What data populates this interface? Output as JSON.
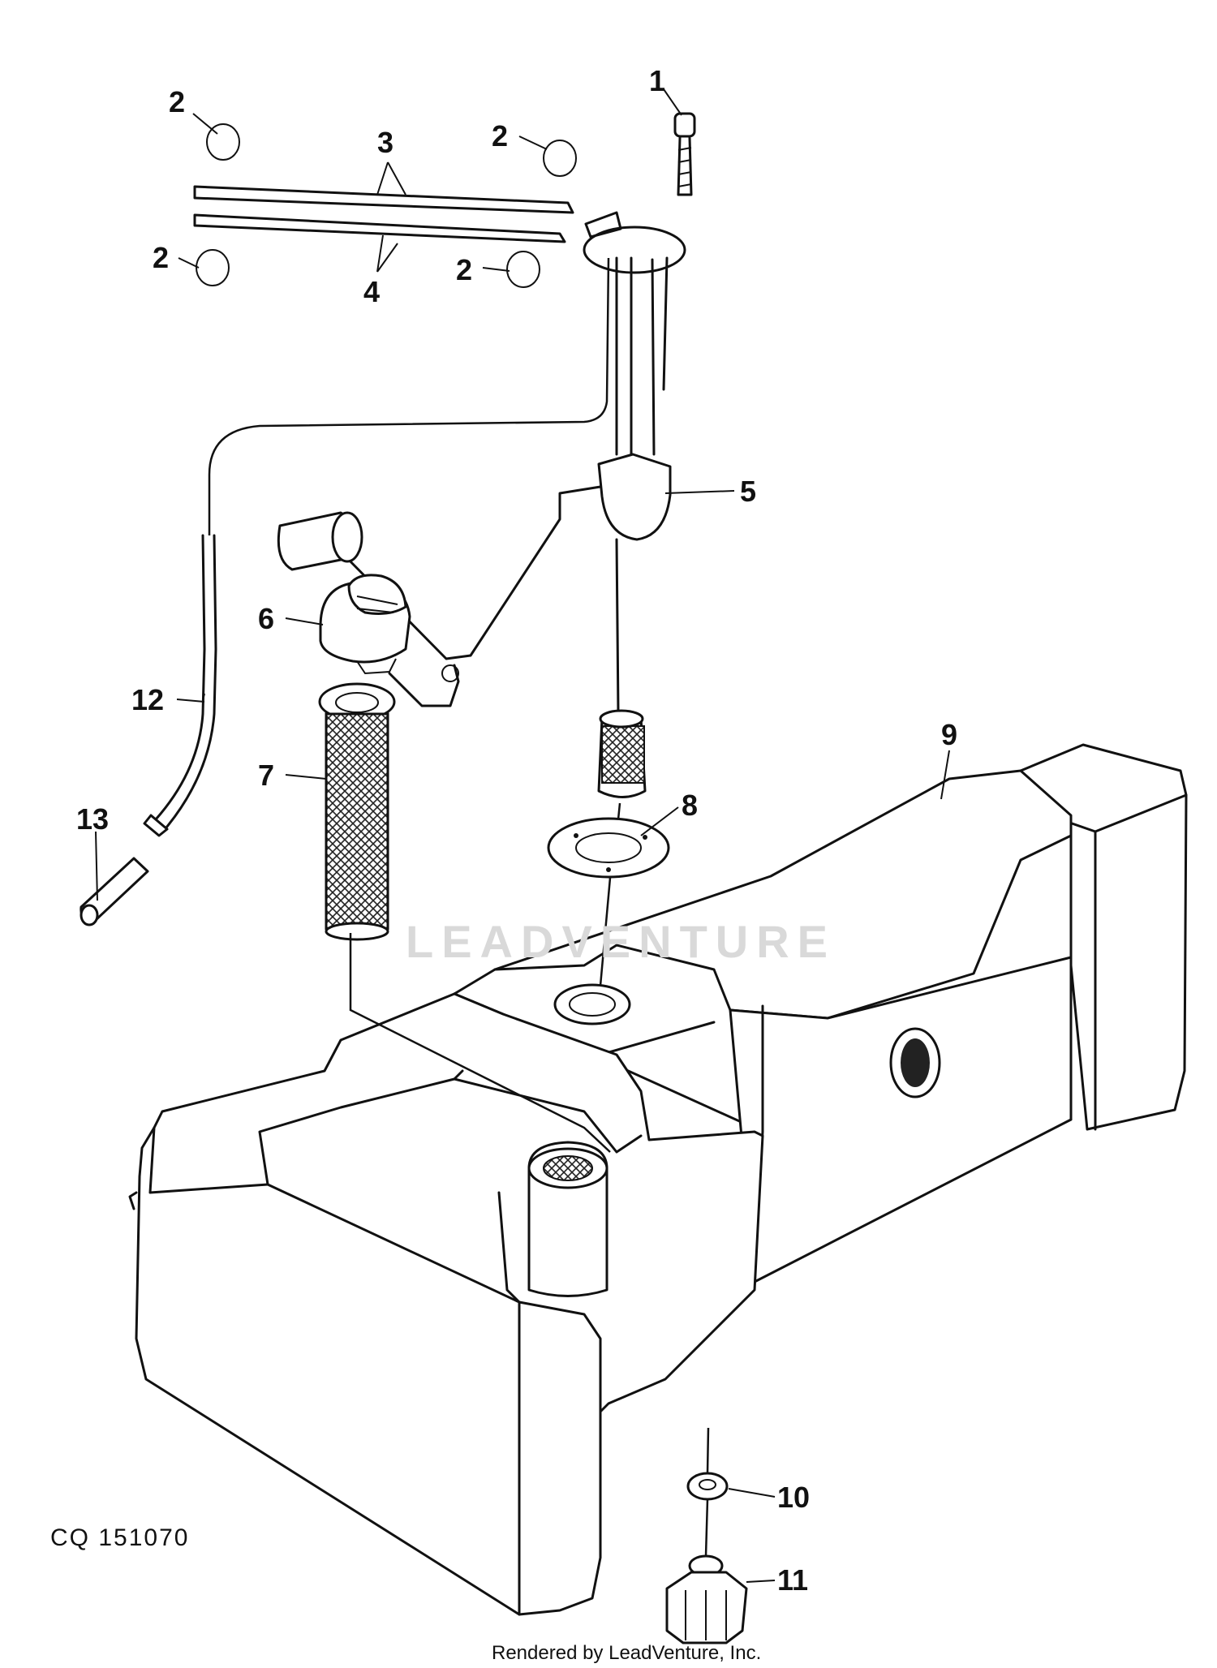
{
  "watermark": "LEADVENTURE",
  "figure_code": "CQ 151070",
  "footer": "Rendered by LeadVenture, Inc.",
  "callouts": {
    "c1": "1",
    "c2a": "2",
    "c2b": "2",
    "c2c": "2",
    "c2d": "2",
    "c3": "3",
    "c4": "4",
    "c5": "5",
    "c6": "6",
    "c7": "7",
    "c8": "8",
    "c9": "9",
    "c10": "10",
    "c11": "11",
    "c12": "12",
    "c13": "13"
  }
}
